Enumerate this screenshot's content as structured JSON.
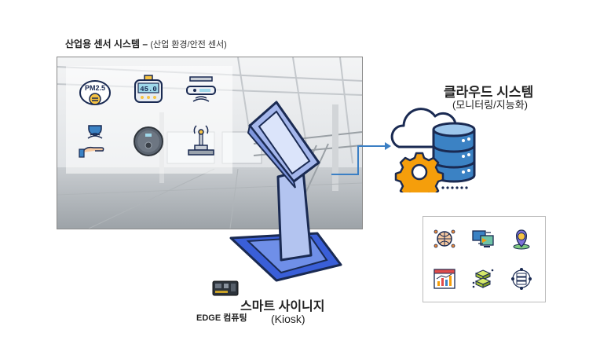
{
  "title": {
    "main": "산업용 센서 시스템 –",
    "sub": "(산업 환경/안전 센서)"
  },
  "sensors": [
    {
      "icon": "pm25-sensor-icon",
      "label": "PM2.5"
    },
    {
      "icon": "digital-meter-icon",
      "label": "45.0"
    },
    {
      "icon": "ceiling-sensor-icon"
    },
    {
      "icon": "hand-motion-sensor-icon"
    },
    {
      "icon": "round-sensor-icon"
    },
    {
      "icon": "antenna-sensor-icon"
    }
  ],
  "cloud": {
    "title": "클라우드 시스템",
    "subtitle": "(모니터링/지능화)"
  },
  "kiosk": {
    "title": "스마트 사이니지",
    "subtitle": "(Kiosk)"
  },
  "edge": {
    "label": "EDGE 컴퓨팅"
  },
  "apps": [
    {
      "icon": "network-globe-icon"
    },
    {
      "icon": "monitor-transfer-icon"
    },
    {
      "icon": "location-pin-icon"
    },
    {
      "icon": "dashboard-chart-icon"
    },
    {
      "icon": "stacked-cubes-icon"
    },
    {
      "icon": "server-network-icon"
    }
  ],
  "colors": {
    "kiosk_fill": "#b3c4f0",
    "kiosk_stroke": "#1a2a52",
    "kiosk_base": "#3a5fd8",
    "arrow": "#3b7fc4",
    "gear": "#f59e0b",
    "database": "#3b82c4"
  }
}
